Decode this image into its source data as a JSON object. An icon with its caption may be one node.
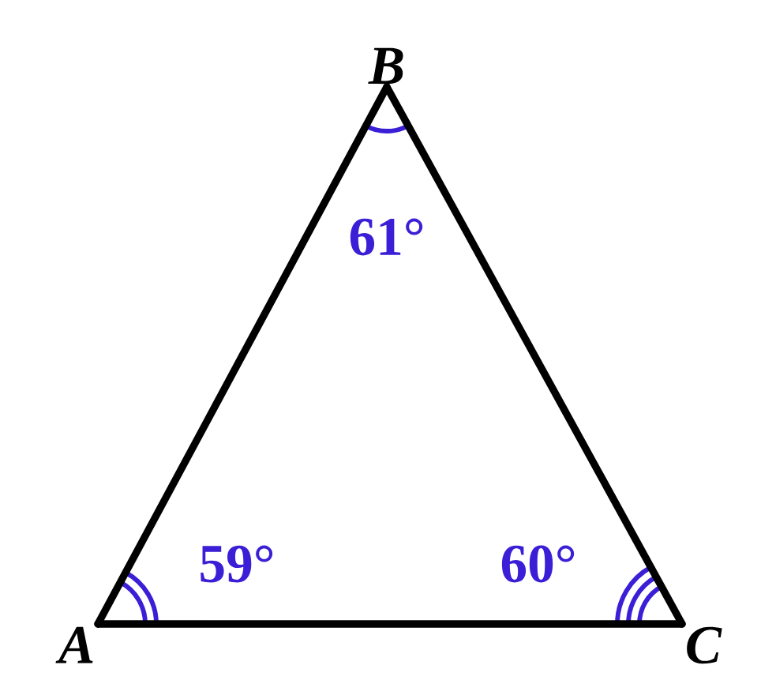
{
  "diagram": {
    "nodes": [
      {
        "text": [
          "B"
        ]
      },
      {
        "text": [
          "A"
        ]
      },
      {
        "text": [
          "C"
        ]
      }
    ],
    "edges": [
      {
        "from": 1,
        "to": 0,
        "arrow": "none"
      },
      {
        "from": 0,
        "to": 2,
        "arrow": "none"
      },
      {
        "from": 1,
        "to": 2,
        "arrow": "none"
      }
    ],
    "labels": [
      "61°",
      "59°",
      "60°"
    ]
  }
}
